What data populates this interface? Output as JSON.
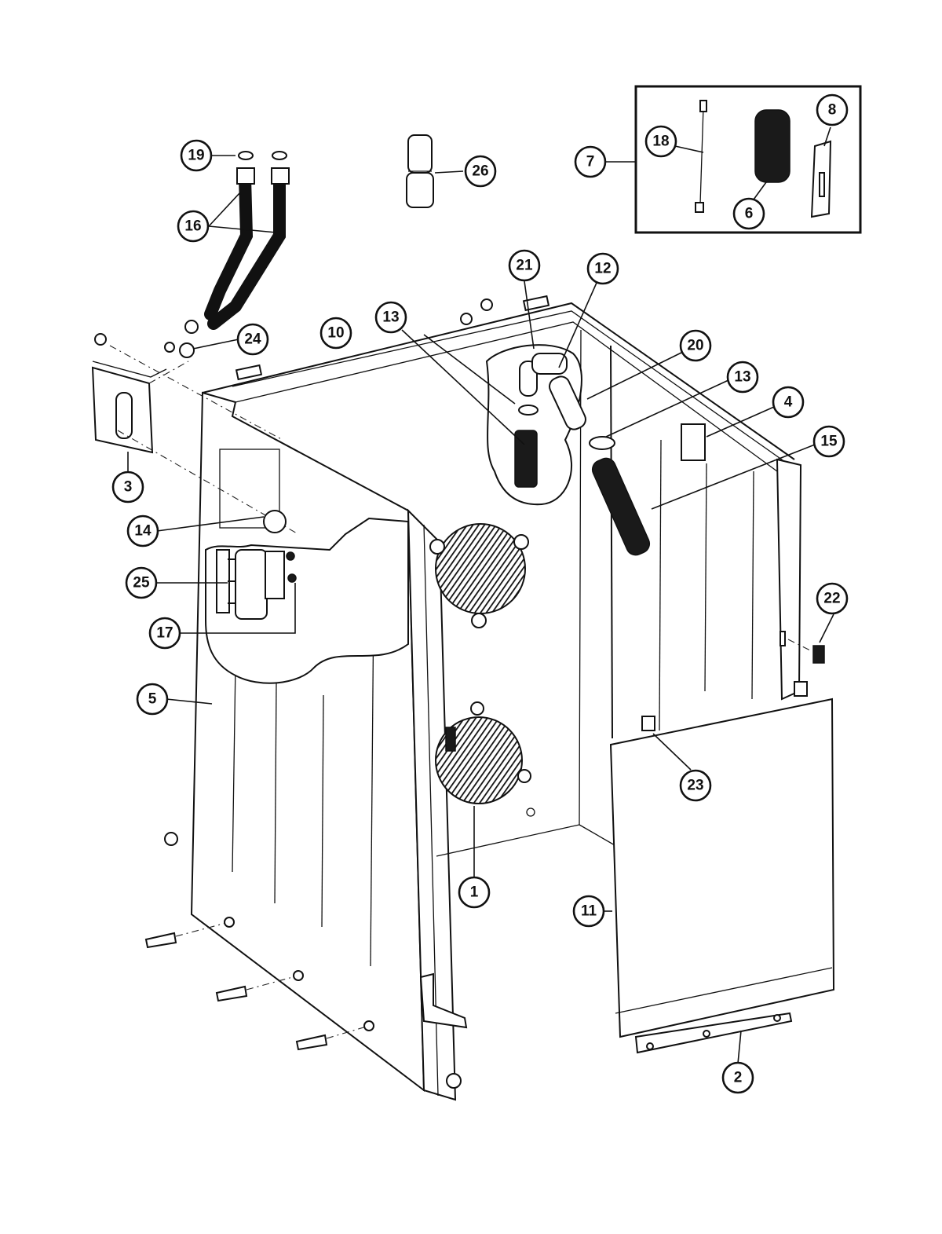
{
  "callouts": [
    {
      "id": "c1",
      "label": "1"
    },
    {
      "id": "c2",
      "label": "2"
    },
    {
      "id": "c3",
      "label": "3"
    },
    {
      "id": "c4",
      "label": "4"
    },
    {
      "id": "c5",
      "label": "5"
    },
    {
      "id": "c6",
      "label": "6"
    },
    {
      "id": "c7",
      "label": "7"
    },
    {
      "id": "c8",
      "label": "8"
    },
    {
      "id": "c10",
      "label": "10"
    },
    {
      "id": "c11",
      "label": "11"
    },
    {
      "id": "c12",
      "label": "12"
    },
    {
      "id": "c13a",
      "label": "13"
    },
    {
      "id": "c13b",
      "label": "13"
    },
    {
      "id": "c14",
      "label": "14"
    },
    {
      "id": "c15",
      "label": "15"
    },
    {
      "id": "c16",
      "label": "16"
    },
    {
      "id": "c17",
      "label": "17"
    },
    {
      "id": "c18",
      "label": "18"
    },
    {
      "id": "c19",
      "label": "19"
    },
    {
      "id": "c20",
      "label": "20"
    },
    {
      "id": "c21",
      "label": "21"
    },
    {
      "id": "c22",
      "label": "22"
    },
    {
      "id": "c23",
      "label": "23"
    },
    {
      "id": "c24",
      "label": "24"
    },
    {
      "id": "c25",
      "label": "25"
    },
    {
      "id": "c26",
      "label": "26"
    }
  ],
  "colors": {
    "ink": "#111111",
    "paper": "#ffffff"
  }
}
